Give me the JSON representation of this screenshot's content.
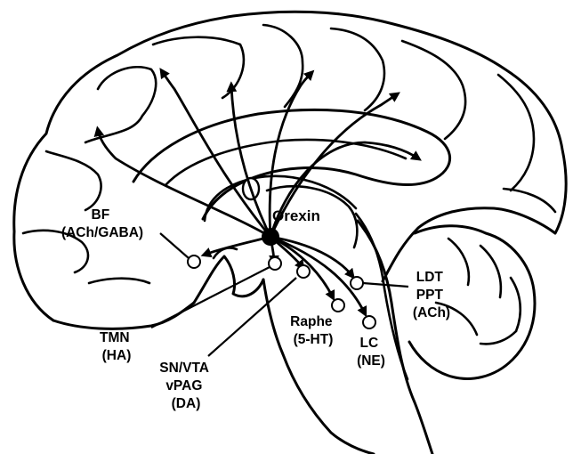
{
  "diagram": {
    "source_label": "Orexin",
    "nuclei": [
      {
        "id": "bf",
        "line1": "BF",
        "line2": "(ACh/GABA)",
        "line3": ""
      },
      {
        "id": "tmn",
        "line1": "TMN",
        "line2": "(HA)",
        "line3": ""
      },
      {
        "id": "snvta",
        "line1": "SN/VTA",
        "line2": "vPAG",
        "line3": "(DA)"
      },
      {
        "id": "raphe",
        "line1": "Raphe",
        "line2": "(5-HT)",
        "line3": ""
      },
      {
        "id": "lc",
        "line1": "LC",
        "line2": "(NE)",
        "line3": ""
      },
      {
        "id": "ldt",
        "line1": "LDT",
        "line2": "PPT",
        "line3": "(ACh)"
      }
    ],
    "colors": {
      "stroke": "#000000",
      "background": "#ffffff",
      "orexin_fill": "#000000"
    }
  }
}
